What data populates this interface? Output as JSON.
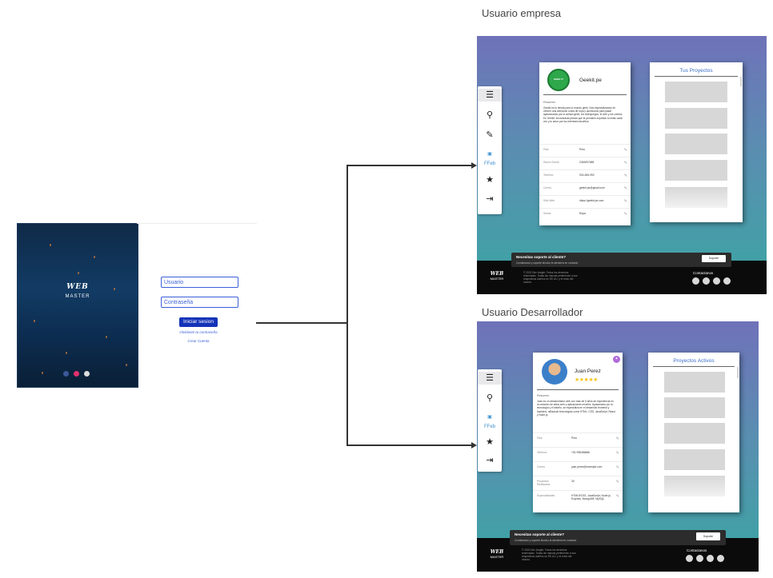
{
  "login": {
    "brand_script": "WEB",
    "brand_name": "MASTER",
    "username_placeholder": "Usuario",
    "password_placeholder": "Contraseña",
    "login_button": "Iniciar sesion",
    "forgot_link": "Olvidaste tu contraseña",
    "register_link": "Crear Cuenta"
  },
  "empresa": {
    "section_title": "Usuario empresa",
    "company_name": "Geekit.pe",
    "logo_text": "GEEK IT",
    "summary_label": "Resumen",
    "summary_text": "Geekit es tu tienda para lo mundo geek. Nos especializamos en ofrecer una seleccion unica de ropa y accesorios para pasar apasionados por la cultura geek, los videojuegos, el cine y los comics. En Geekit, encontrarás piezas que te permiten expresar tu estilo cada vez y tu amor por tus intereses favoritos.",
    "info": [
      {
        "key": "País",
        "value": "Perú"
      },
      {
        "key": "Razón Social",
        "value": "2345097685"
      },
      {
        "key": "Teléfono",
        "value": "924-845-992"
      },
      {
        "key": "Correo",
        "value": "geekit.pe@gmail.com"
      },
      {
        "key": "Sitio Web",
        "value": "https://geekit.pe.com"
      },
      {
        "key": "Sector",
        "value": "Ropa"
      }
    ],
    "projects_title": "Tus Proyectos",
    "support_title": "Necesitas soporte al cliente?",
    "support_sub": "Contáctanos y soporte técnico te atenderá en contacto",
    "support_button": "Soporte",
    "footer_brand_script": "WEB",
    "footer_brand": "MASTER",
    "footer_text": "© 2023 Dev Insight. Todos los derechos reservados. Todas las marcas pertenecen a sus respectivos dueños en EE.UU. y el resto del mundo.",
    "contact_label": "Contactanos"
  },
  "desarrollador": {
    "section_title": "Usuario Desarrollador",
    "dev_name": "Juan Perez",
    "rating": 5,
    "summary_label": "Resumen",
    "summary_text": "Juan es un desarrollador web con mas de 5 años de experiencia en la creación de sitios web y aplicaciones móviles. Apasionado por la tecnología y el diseño, se especializa en el desarrollo frontend y backend, utilizando tecnologías como HTML, CSS, JavaScript, React y Node.js.",
    "info": [
      {
        "key": "País",
        "value": "Perú"
      },
      {
        "key": "Teléfono",
        "value": "+51 998456866"
      },
      {
        "key": "Correo",
        "value": "juan.perez@example.com"
      },
      {
        "key": "Proyectos Realizados",
        "value": "30"
      },
      {
        "key": "Especialidades",
        "value": "HTML5/CSS, JavaScript, Node.js, Express, MongoDB, MySQL"
      }
    ],
    "projects_title": "Proyectos Activos",
    "support_title": "Necesitas soporte al cliente?",
    "support_sub": "Contáctanos y soporte técnico te atenderá en contacto",
    "support_button": "Soporte",
    "footer_brand_script": "WEB",
    "footer_brand": "MASTER",
    "footer_text": "© 2023 Dev Insight. Todos los derechos reservados. Todas las marcas pertenecen a sus respectivos dueños en EE.UU. y el resto del mundo.",
    "contact_label": "Contactanos"
  },
  "colors": {
    "accent": "#1433b8",
    "link": "#3b5fd9",
    "gradient_top": "#6f72b9",
    "gradient_bottom": "#3aa6a3",
    "footer": "#0b0b0b",
    "star": "#f5c518"
  }
}
